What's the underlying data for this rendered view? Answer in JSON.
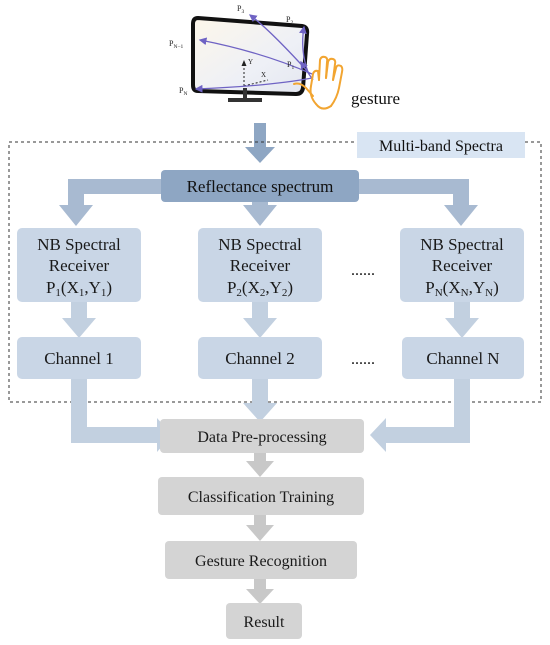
{
  "illustration": {
    "points": {
      "p1": "P",
      "p2": "P",
      "p3": "P",
      "pn1": "P",
      "pn": "P",
      "p1_sub": "1",
      "p2_sub": "2",
      "p3_sub": "3",
      "pn1_sub": "N−1",
      "pn_sub": "N"
    },
    "axis_y": "Y",
    "axis_x": "X",
    "gesture_label": "gesture"
  },
  "region_label": "Multi-band Spectra",
  "reflectance_label": "Reflectance spectrum",
  "receivers": [
    {
      "line1": "NB Spectral",
      "line2": "Receiver",
      "p": "P",
      "sub": "1",
      "coord_open": "(X",
      "x_sub": "1",
      "comma": ",Y",
      "y_sub": "1",
      "close": ")"
    },
    {
      "line1": "NB Spectral",
      "line2": "Receiver",
      "p": "P",
      "sub": "2",
      "coord_open": "(X",
      "x_sub": "2",
      "comma": ",Y",
      "y_sub": "2",
      "close": ")"
    },
    {
      "line1": "NB Spectral",
      "line2": "Receiver",
      "p": "P",
      "sub": "N",
      "coord_open": "(X",
      "x_sub": "N",
      "comma": ",Y",
      "y_sub": "N",
      "close": ")"
    }
  ],
  "channels": [
    "Channel 1",
    "Channel 2",
    "Channel N"
  ],
  "ellipsis": "......",
  "pipeline": [
    "Data Pre-processing",
    "Classification Training",
    "Gesture Recognition",
    "Result"
  ],
  "colors": {
    "blue_box": "#c9d6e6",
    "blue_dark": "#8ea6c3",
    "blue_arrow": "#a8bad1",
    "blue_arrow_light": "#c2d0e0",
    "gray_box": "#d4d4d4",
    "gray_arrow": "#c8c8c8",
    "region_label_bg": "#d9e5f3",
    "ray": "#6f63c4",
    "hand": "#f2a531"
  }
}
